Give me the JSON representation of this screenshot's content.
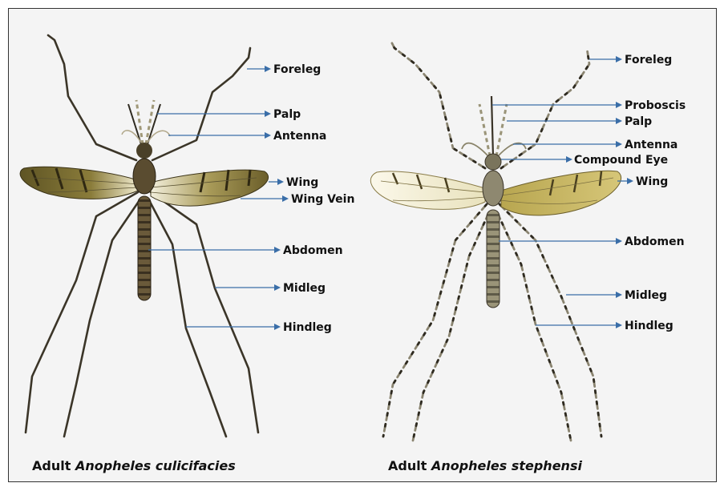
{
  "left_mosquito": {
    "caption_prefix": "Adult ",
    "caption_species": "Anopheles culicifacies",
    "labels": {
      "foreleg": "Foreleg",
      "palp": "Palp",
      "antenna": "Antenna",
      "wing": "Wing",
      "wing_vein": "Wing Vein",
      "abdomen": "Abdomen",
      "midleg": "Midleg",
      "hindleg": "Hindleg"
    }
  },
  "right_mosquito": {
    "caption_prefix": "Adult ",
    "caption_species": "Anopheles stephensi",
    "labels": {
      "foreleg": "Foreleg",
      "proboscis": "Proboscis",
      "palp": "Palp",
      "antenna": "Antenna",
      "compound_eye": "Compound Eye",
      "wing": "Wing",
      "abdomen": "Abdomen",
      "midleg": "Midleg",
      "hindleg": "Hindleg"
    }
  },
  "colors": {
    "leader_line": "#3a6ea8",
    "background": "#f4f4f4",
    "wing_dark": "#6b5e2a",
    "wing_light": "#c9b96a"
  }
}
